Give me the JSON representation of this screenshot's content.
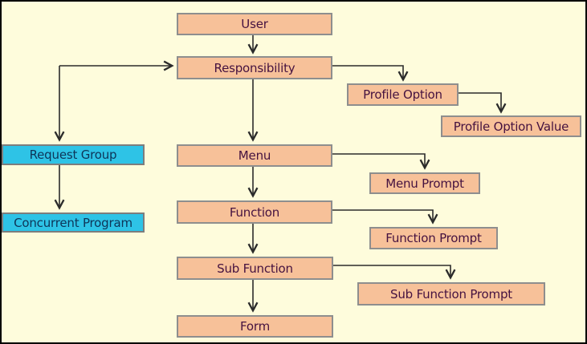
{
  "diagram": {
    "title": "Oracle responsibility hierarchy flowchart",
    "colors": {
      "background": "#fefcdc",
      "node_fill": "#f7c199",
      "highlight_node_fill": "#2ec3e6",
      "node_border": "#8e8e8e",
      "connector": "#2b2b2b",
      "node_text": "#451240",
      "highlight_node_text": "#0e3558"
    },
    "nodes": {
      "user": {
        "label": "User",
        "style": "peach"
      },
      "responsibility": {
        "label": "Responsibility",
        "style": "peach"
      },
      "profile_option": {
        "label": "Profile Option",
        "style": "peach"
      },
      "profile_option_value": {
        "label": "Profile Option Value",
        "style": "peach"
      },
      "request_group": {
        "label": "Request Group",
        "style": "cyan"
      },
      "menu": {
        "label": "Menu",
        "style": "peach"
      },
      "menu_prompt": {
        "label": "Menu Prompt",
        "style": "peach"
      },
      "concurrent_program": {
        "label": "Concurrent Program",
        "style": "cyan"
      },
      "function": {
        "label": "Function",
        "style": "peach"
      },
      "function_prompt": {
        "label": "Function Prompt",
        "style": "peach"
      },
      "sub_function": {
        "label": "Sub Function",
        "style": "peach"
      },
      "sub_function_prompt": {
        "label": "Sub Function Prompt",
        "style": "peach"
      },
      "form": {
        "label": "Form",
        "style": "peach"
      }
    },
    "edges": [
      {
        "from": "user",
        "to": "responsibility"
      },
      {
        "from": "responsibility",
        "to": "request_group"
      },
      {
        "from": "responsibility",
        "to": "profile_option"
      },
      {
        "from": "profile_option",
        "to": "profile_option_value"
      },
      {
        "from": "responsibility",
        "to": "menu"
      },
      {
        "from": "request_group",
        "to": "concurrent_program"
      },
      {
        "from": "menu",
        "to": "menu_prompt"
      },
      {
        "from": "menu",
        "to": "function"
      },
      {
        "from": "function",
        "to": "function_prompt"
      },
      {
        "from": "function",
        "to": "sub_function"
      },
      {
        "from": "sub_function",
        "to": "sub_function_prompt"
      },
      {
        "from": "sub_function",
        "to": "form"
      }
    ]
  }
}
